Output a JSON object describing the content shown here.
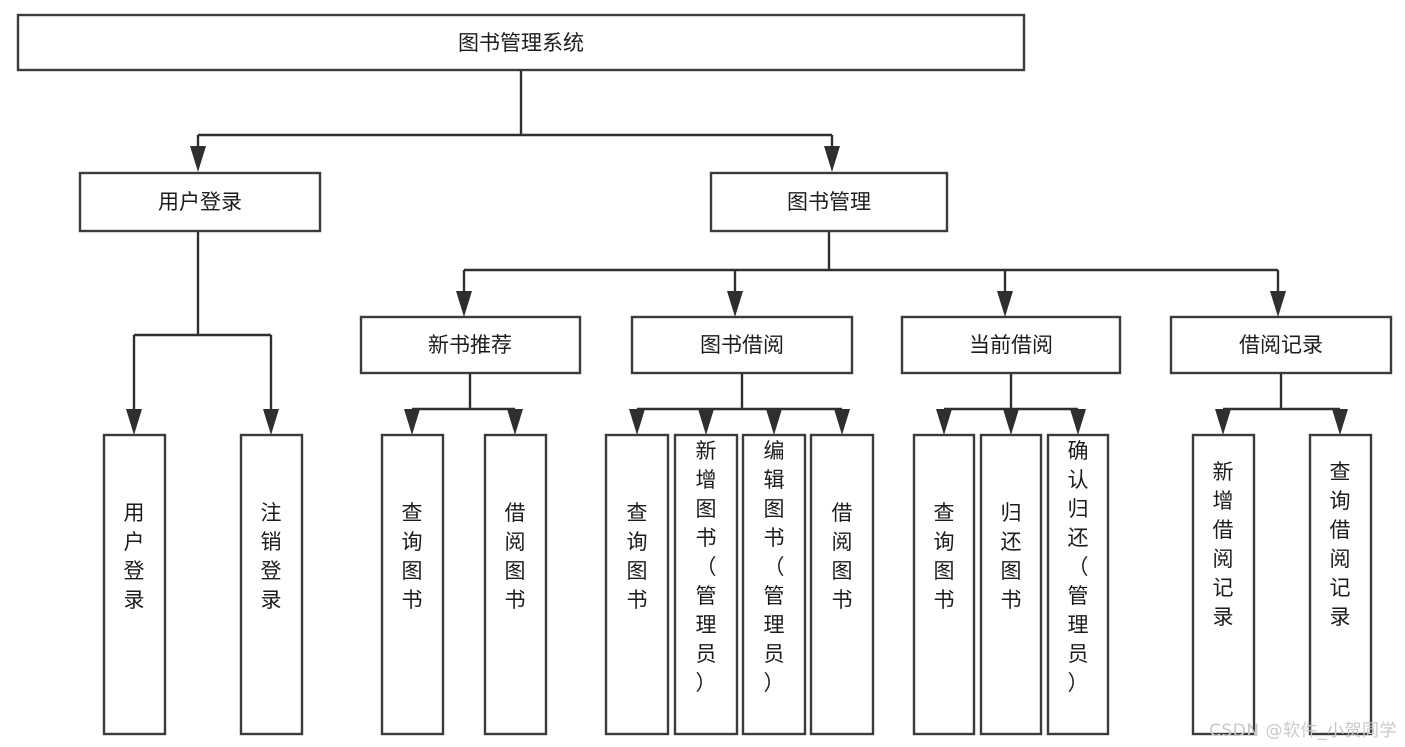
{
  "diagram": {
    "title": "图书管理系统",
    "type": "tree",
    "orientation": "top-down",
    "colors": {
      "box_stroke": "#3b3b3b",
      "box_fill": "#ffffff",
      "link_stroke": "#2f2f2f",
      "text": "#1c1c1c",
      "background": "#ffffff",
      "watermark": "#c9c9c9"
    },
    "root": {
      "label": "图书管理系统"
    },
    "level2": [
      {
        "label": "用户登录"
      },
      {
        "label": "图书管理"
      }
    ],
    "level3": [
      {
        "label": "新书推荐"
      },
      {
        "label": "图书借阅"
      },
      {
        "label": "当前借阅"
      },
      {
        "label": "借阅记录"
      }
    ],
    "leaves": {
      "user_login": [
        {
          "label": "用户登录"
        },
        {
          "label": "注销登录"
        }
      ],
      "new_book_recommend": [
        {
          "label": "查询图书"
        },
        {
          "label": "借阅图书"
        }
      ],
      "book_borrow": [
        {
          "label": "查询图书"
        },
        {
          "label": "新增图书（管理员）"
        },
        {
          "label": "编辑图书（管理员）"
        },
        {
          "label": "借阅图书"
        }
      ],
      "current_borrow": [
        {
          "label": "查询图书"
        },
        {
          "label": "归还图书"
        },
        {
          "label": "确认归还（管理员）"
        }
      ],
      "borrow_record": [
        {
          "label": "新增借阅记录"
        },
        {
          "label": "查询借阅记录"
        }
      ]
    }
  },
  "watermark": {
    "text": "CSDN @软件_小贺同学"
  }
}
